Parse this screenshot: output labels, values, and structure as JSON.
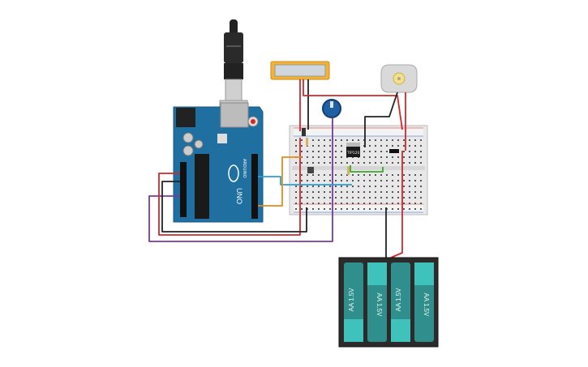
{
  "arduino": {
    "logo": "ARDUINO",
    "model": "UNO",
    "brand_color": "#1f6fa0"
  },
  "chip": {
    "label": "TIP120"
  },
  "battery_pack": {
    "cells": [
      "AA 1.5V",
      "AA 1.5V",
      "AA 1.5V",
      "AA 1.5V"
    ],
    "cell_color": "#2f8f8c"
  },
  "components": {
    "lcd_icon": "lcd-display-icon",
    "motor_icon": "dc-motor-icon",
    "potentiometer_icon": "potentiometer-icon",
    "usb_icon": "usb-cable-icon"
  },
  "wire_colors": {
    "red": "#d0282a",
    "black": "#222222",
    "blue": "#2a9fd6",
    "orange": "#e58a1f",
    "purple": "#7a3a9a",
    "green": "#3aa52e"
  }
}
